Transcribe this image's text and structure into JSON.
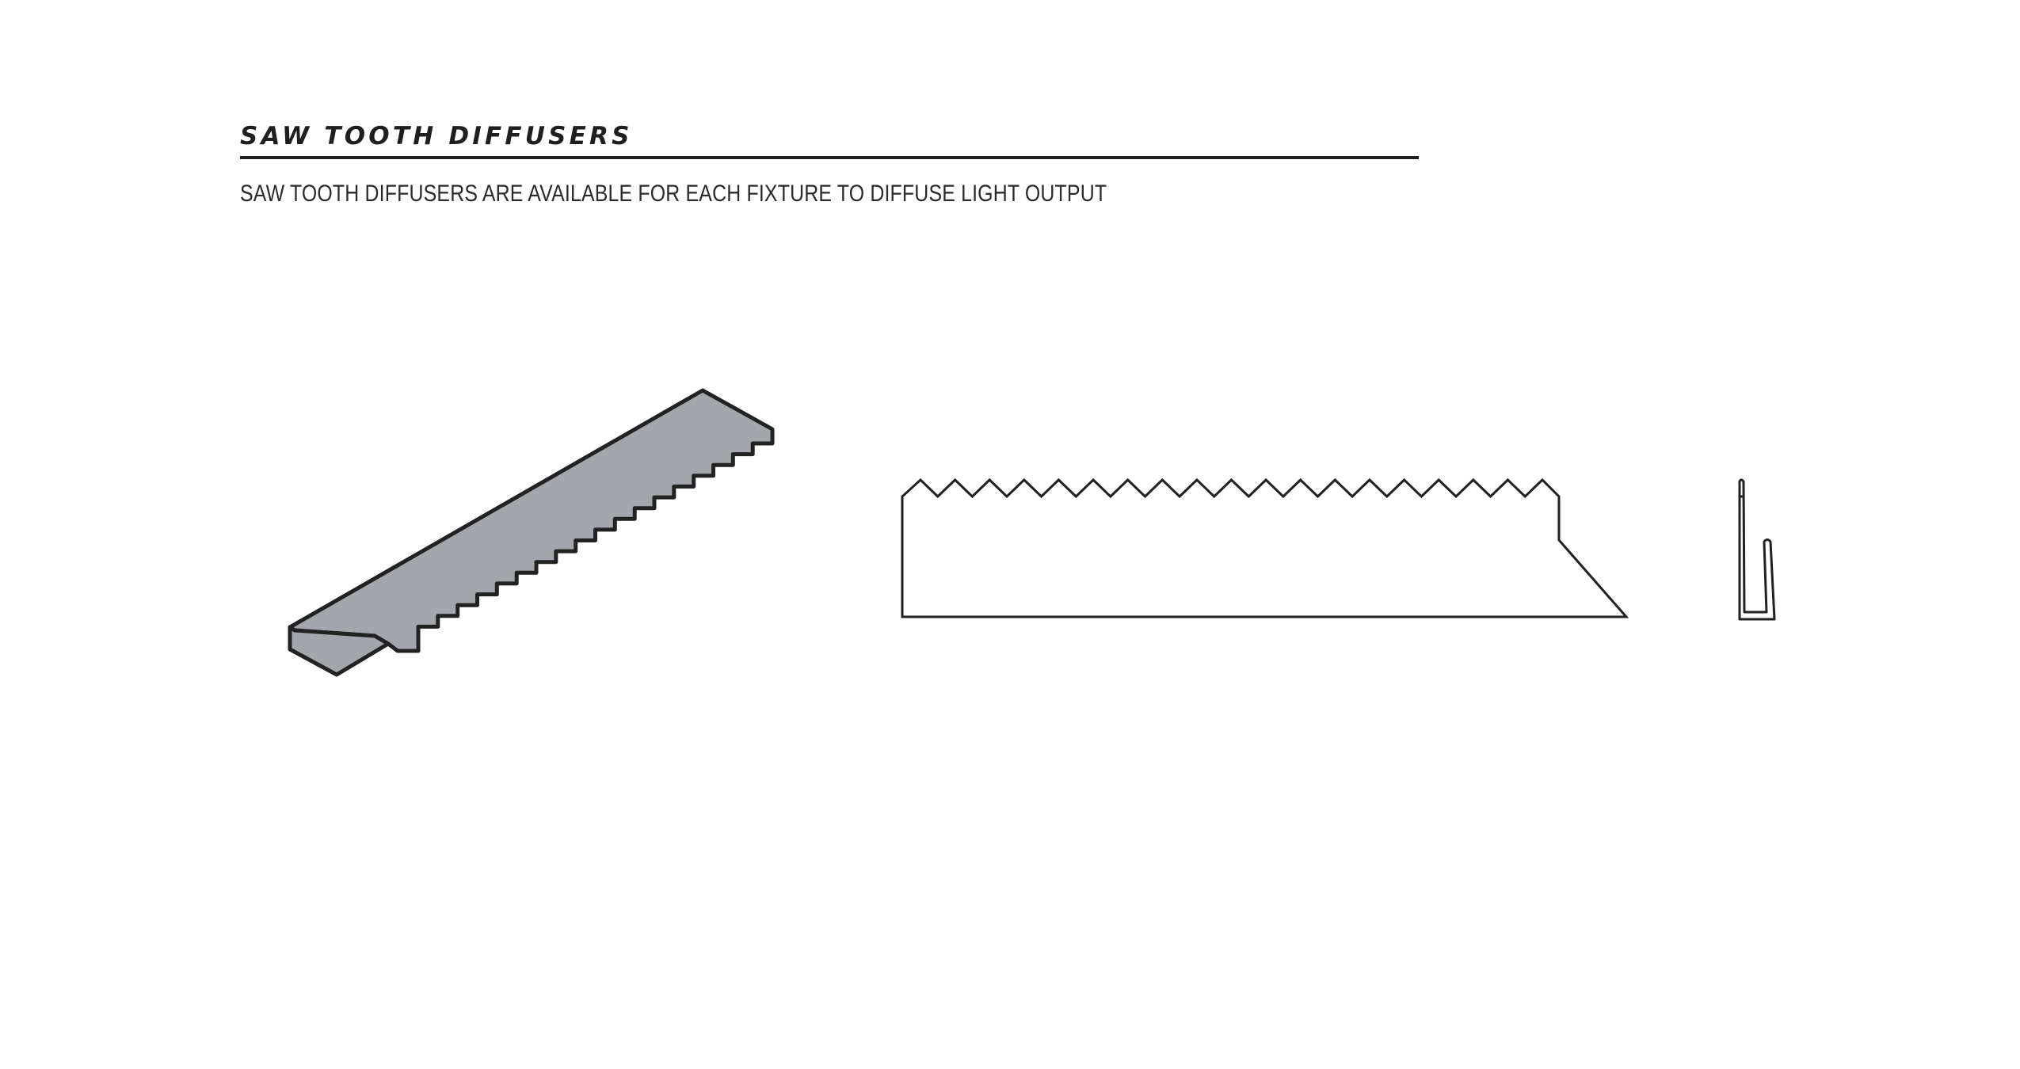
{
  "section": {
    "title": "SAW TOOTH DIFFUSERS",
    "description": "SAW TOOTH DIFFUSERS ARE AVAILABLE FOR EACH FIXTURE TO DIFFUSE LIGHT OUTPUT"
  },
  "colors": {
    "text": "#1f1f1f",
    "stroke": "#222222",
    "diffuser_fill": "#a3a7ab",
    "background": "#ffffff"
  },
  "figures": [
    {
      "name": "isometric-view",
      "description": "Isometric view of saw tooth diffuser (gray filled)"
    },
    {
      "name": "side-elevation",
      "description": "Side elevation with 19 saw teeth",
      "teeth_count": 19
    },
    {
      "name": "end-profile",
      "description": "J-shaped end profile"
    }
  ]
}
